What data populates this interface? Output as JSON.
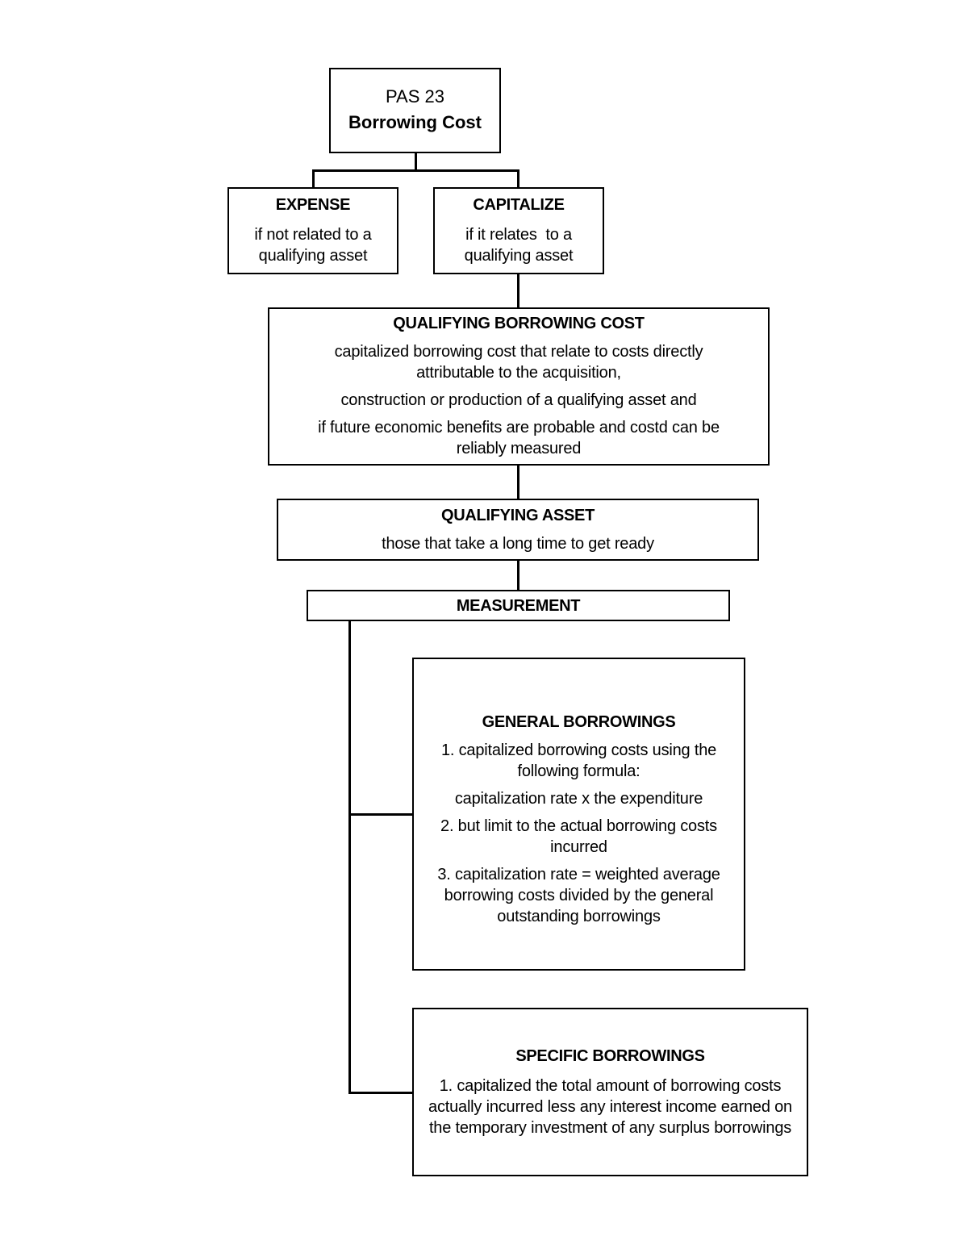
{
  "root": {
    "line1": "PAS 23",
    "line2": "Borrowing Cost"
  },
  "expense": {
    "heading": "EXPENSE",
    "text": [
      "if not related to a",
      "qualifying asset"
    ]
  },
  "capitalize": {
    "heading": "CAPITALIZE",
    "text": [
      "if it relates  to a",
      "qualifying asset"
    ]
  },
  "qualifying_borrowing_cost": {
    "heading": "QUALIFYING BORROWING COST",
    "paragraphs": [
      "capitalized borrowing cost that relate to costs directly attributable to the acquisition,",
      "construction or production of a qualifying asset and",
      "if future economic benefits are probable and costd can be reliably measured"
    ]
  },
  "qualifying_asset": {
    "heading": "QUALIFYING ASSET",
    "text": "those that take a long time to get ready"
  },
  "measurement": {
    "heading": "MEASUREMENT"
  },
  "general_borrowings": {
    "heading": "GENERAL BORROWINGS",
    "items": [
      "1. capitalized borrowing costs using the following formula:",
      "capitalization rate x the expenditure",
      "2. but limit to the actual borrowing costs incurred",
      "3. capitalization rate = weighted average borrowing costs divided by the general outstanding borrowings"
    ]
  },
  "specific_borrowings": {
    "heading": "SPECIFIC BORROWINGS",
    "text": "1. capitalized the total amount of borrowing costs actually incurred less any interest income earned on the temporary investment of any surplus borrowings"
  }
}
